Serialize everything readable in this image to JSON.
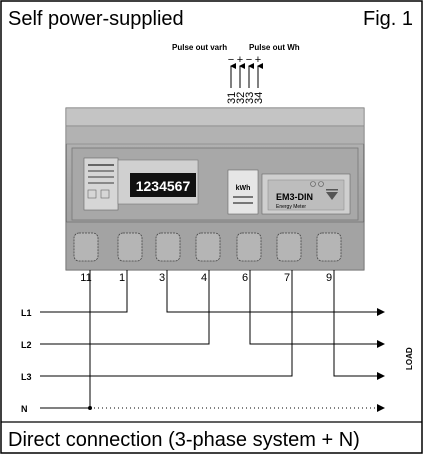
{
  "header": {
    "title": "Self power-supplied",
    "fig": "Fig. 1"
  },
  "pulse_outputs": {
    "varh_label": "Pulse out varh",
    "wh_label": "Pulse out Wh",
    "terminals": [
      "31",
      "32",
      "33",
      "34"
    ],
    "polarity": [
      "−",
      "+",
      "−",
      "+"
    ]
  },
  "meter": {
    "display_value": "1234567",
    "kwh_label": "kWh",
    "model": "EM3-DIN",
    "model_sub": "Energy Meter"
  },
  "terminals": [
    "11",
    "1",
    "3",
    "4",
    "6",
    "7",
    "9"
  ],
  "lines": [
    "L1",
    "L2",
    "L3",
    "N"
  ],
  "load_label": "LOAD",
  "footer": {
    "caption": "Direct connection (3-phase system + N)"
  }
}
